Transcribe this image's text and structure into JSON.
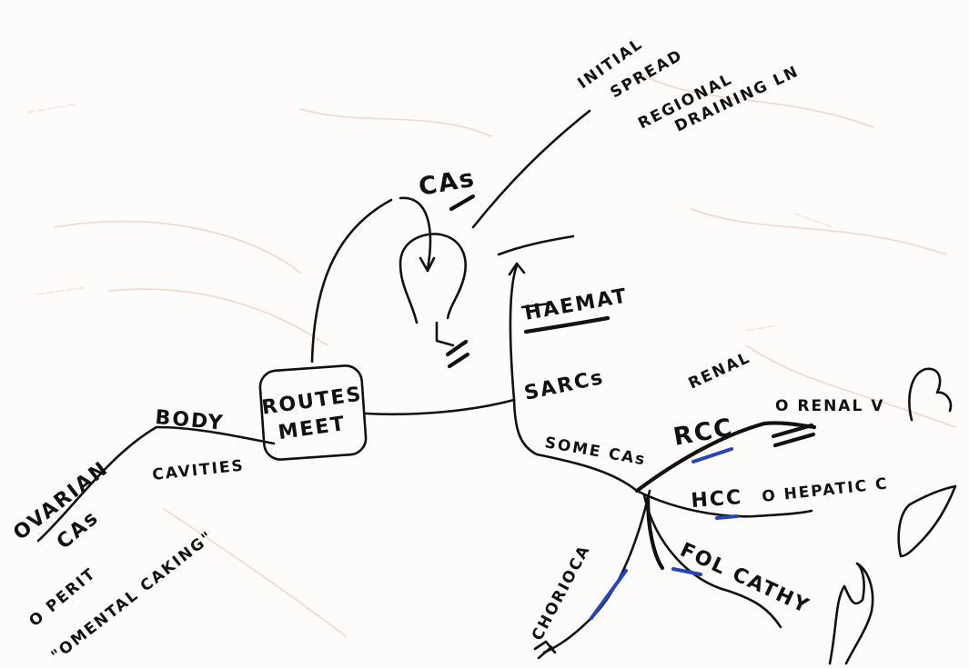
{
  "center": {
    "line1": "ROUTES",
    "line2": "MEET"
  },
  "left": {
    "body_cavities": {
      "line1": "BODY",
      "line2": "CAVITIES"
    },
    "ovarian_cas": {
      "line1": "OVARIAN",
      "line2": "CAs"
    },
    "note": {
      "line1": "O PERIT",
      "line2": "\"OMENTAL CAKING\""
    }
  },
  "top": {
    "cas_label": "CAs",
    "note": {
      "line1": "INITIAL",
      "line2": "SPREAD",
      "line3": "REGIONAL",
      "line4": "DRAINING LN"
    }
  },
  "right": {
    "haemat": "HAEMAT",
    "sarcs": "SARCs",
    "some_cas": "SOME CAs",
    "renal": "RENAL",
    "rcc": "RCC",
    "rcc_note": "O RENAL V",
    "hcc": "HCC",
    "hcc_note": "O HEPATIC C",
    "fol_cathy": "FOL CATHY",
    "choriocarcinoma": "CHORIOCA"
  },
  "icons": [
    "bulb-icon",
    "kidney-icon",
    "liver-icon",
    "uterus-icon"
  ]
}
